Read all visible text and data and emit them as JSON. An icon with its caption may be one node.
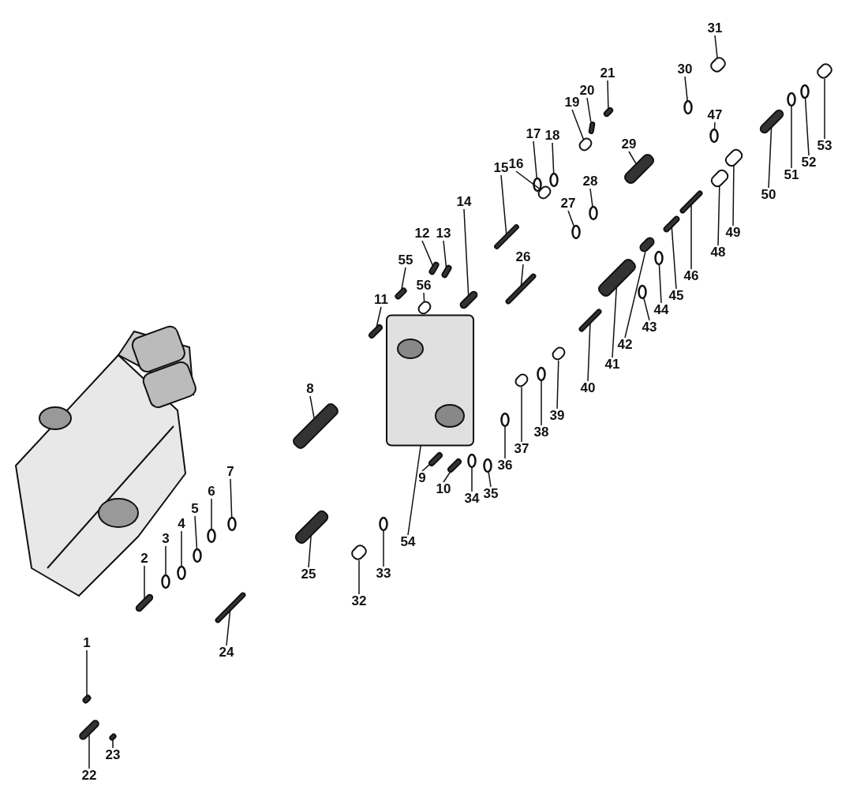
{
  "diagram": {
    "nodes": [
      {
        "text": [
          "1"
        ]
      },
      {
        "text": [
          "2"
        ]
      },
      {
        "text": [
          "3"
        ]
      },
      {
        "text": [
          "4"
        ]
      },
      {
        "text": [
          "5"
        ]
      },
      {
        "text": [
          "6"
        ]
      },
      {
        "text": [
          "7"
        ]
      },
      {
        "text": [
          "8"
        ]
      },
      {
        "text": [
          "9"
        ]
      },
      {
        "text": [
          "10"
        ]
      },
      {
        "text": [
          "11"
        ]
      },
      {
        "text": [
          "12"
        ]
      },
      {
        "text": [
          "13"
        ]
      },
      {
        "text": [
          "14"
        ]
      },
      {
        "text": [
          "15"
        ]
      },
      {
        "text": [
          "16"
        ]
      },
      {
        "text": [
          "17"
        ]
      },
      {
        "text": [
          "18"
        ]
      },
      {
        "text": [
          "19"
        ]
      },
      {
        "text": [
          "20"
        ]
      },
      {
        "text": [
          "21"
        ]
      },
      {
        "text": [
          "22"
        ]
      },
      {
        "text": [
          "23"
        ]
      },
      {
        "text": [
          "24"
        ]
      },
      {
        "text": [
          "25"
        ]
      },
      {
        "text": [
          "26"
        ]
      },
      {
        "text": [
          "27"
        ]
      },
      {
        "text": [
          "28"
        ]
      },
      {
        "text": [
          "29"
        ]
      },
      {
        "text": [
          "30"
        ]
      },
      {
        "text": [
          "31"
        ]
      },
      {
        "text": [
          "32"
        ]
      },
      {
        "text": [
          "33"
        ]
      },
      {
        "text": [
          "34"
        ]
      },
      {
        "text": [
          "35"
        ]
      },
      {
        "text": [
          "36"
        ]
      },
      {
        "text": [
          "37"
        ]
      },
      {
        "text": [
          "38"
        ]
      },
      {
        "text": [
          "39"
        ]
      },
      {
        "text": [
          "40"
        ]
      },
      {
        "text": [
          "41"
        ]
      },
      {
        "text": [
          "42"
        ]
      },
      {
        "text": [
          "43"
        ]
      },
      {
        "text": [
          "44"
        ]
      },
      {
        "text": [
          "45"
        ]
      },
      {
        "text": [
          "46"
        ]
      },
      {
        "text": [
          "47"
        ]
      },
      {
        "text": [
          "48"
        ]
      },
      {
        "text": [
          "49"
        ]
      },
      {
        "text": [
          "50"
        ]
      },
      {
        "text": [
          "51"
        ]
      },
      {
        "text": [
          "52"
        ]
      },
      {
        "text": [
          "53"
        ]
      },
      {
        "text": [
          "54"
        ]
      },
      {
        "text": [
          "55"
        ]
      },
      {
        "text": [
          "56"
        ]
      },
      {
        "text": [],
        "shape": "bar"
      },
      {
        "text": [],
        "shape": "bar"
      },
      {
        "text": [],
        "shape": "circle"
      },
      {
        "text": [],
        "shape": "circle"
      },
      {
        "text": [],
        "shape": "circle"
      },
      {
        "text": [],
        "shape": "circle"
      },
      {
        "text": [],
        "shape": "circle"
      },
      {
        "text": [],
        "shape": "bar"
      },
      {
        "text": [],
        "shape": "bar"
      },
      {
        "text": [],
        "shape": "bar"
      },
      {
        "text": [],
        "shape": "bar"
      },
      {
        "text": [],
        "shape": "bar"
      },
      {
        "text": [],
        "shape": "bar"
      },
      {
        "text": [],
        "shape": "bar"
      },
      {
        "text": [],
        "shape": "bar"
      },
      {
        "text": [],
        "shape": "box"
      },
      {
        "text": [],
        "shape": "circle"
      },
      {
        "text": [],
        "shape": "circle"
      },
      {
        "text": [],
        "shape": "box"
      },
      {
        "text": [],
        "shape": "bar"
      },
      {
        "text": [],
        "shape": "bar"
      },
      {
        "text": [],
        "shape": "bar"
      },
      {
        "text": [],
        "shape": "bar"
      },
      {
        "text": [],
        "shape": "bar"
      },
      {
        "text": [],
        "shape": "bar"
      },
      {
        "text": [],
        "shape": "bar"
      },
      {
        "text": [],
        "shape": "circle"
      },
      {
        "text": [],
        "shape": "circle"
      },
      {
        "text": [],
        "shape": "bar"
      },
      {
        "text": [],
        "shape": "circle"
      },
      {
        "text": [],
        "shape": "box"
      },
      {
        "text": [],
        "shape": "box"
      },
      {
        "text": [],
        "shape": "circle"
      },
      {
        "text": [],
        "shape": "circle"
      },
      {
        "text": [],
        "shape": "circle"
      },
      {
        "text": [],
        "shape": "circle"
      },
      {
        "text": [],
        "shape": "box"
      },
      {
        "text": [],
        "shape": "circle"
      },
      {
        "text": [],
        "shape": "box"
      },
      {
        "text": [],
        "shape": "bar"
      },
      {
        "text": [],
        "shape": "bar"
      },
      {
        "text": [],
        "shape": "bar"
      },
      {
        "text": [],
        "shape": "circle"
      },
      {
        "text": [],
        "shape": "circle"
      },
      {
        "text": [],
        "shape": "bar"
      },
      {
        "text": [],
        "shape": "bar"
      },
      {
        "text": [],
        "shape": "circle"
      },
      {
        "text": [],
        "shape": "box"
      },
      {
        "text": [],
        "shape": "box"
      },
      {
        "text": [],
        "shape": "bar"
      },
      {
        "text": [],
        "shape": "circle"
      },
      {
        "text": [],
        "shape": "circle"
      },
      {
        "text": [],
        "shape": "box"
      },
      {
        "text": [],
        "shape": "box"
      },
      {
        "text": [],
        "shape": "bar"
      },
      {
        "text": [],
        "shape": "box"
      }
    ],
    "edges": [
      {
        "from": 0,
        "to": 56,
        "arrow": "none"
      },
      {
        "from": 1,
        "to": 57,
        "arrow": "none"
      },
      {
        "from": 2,
        "to": 58,
        "arrow": "none"
      },
      {
        "from": 3,
        "to": 59,
        "arrow": "none"
      },
      {
        "from": 4,
        "to": 60,
        "arrow": "none"
      },
      {
        "from": 5,
        "to": 61,
        "arrow": "none"
      },
      {
        "from": 6,
        "to": 62,
        "arrow": "none"
      },
      {
        "from": 7,
        "to": 63,
        "arrow": "none"
      },
      {
        "from": 8,
        "to": 64,
        "arrow": "none"
      },
      {
        "from": 9,
        "to": 65,
        "arrow": "none"
      },
      {
        "from": 10,
        "to": 66,
        "arrow": "none"
      },
      {
        "from": 11,
        "to": 67,
        "arrow": "none"
      },
      {
        "from": 12,
        "to": 68,
        "arrow": "none"
      },
      {
        "from": 13,
        "to": 69,
        "arrow": "none"
      },
      {
        "from": 14,
        "to": 70,
        "arrow": "none"
      },
      {
        "from": 15,
        "to": 71,
        "arrow": "none"
      },
      {
        "from": 16,
        "to": 72,
        "arrow": "none"
      },
      {
        "from": 17,
        "to": 73,
        "arrow": "none"
      },
      {
        "from": 18,
        "to": 74,
        "arrow": "none"
      },
      {
        "from": 19,
        "to": 75,
        "arrow": "none"
      },
      {
        "from": 20,
        "to": 76,
        "arrow": "none"
      },
      {
        "from": 21,
        "to": 77,
        "arrow": "none"
      },
      {
        "from": 22,
        "to": 78,
        "arrow": "none"
      },
      {
        "from": 23,
        "to": 79,
        "arrow": "none"
      },
      {
        "from": 24,
        "to": 80,
        "arrow": "none"
      },
      {
        "from": 25,
        "to": 81,
        "arrow": "none"
      },
      {
        "from": 26,
        "to": 82,
        "arrow": "none"
      },
      {
        "from": 27,
        "to": 83,
        "arrow": "none"
      },
      {
        "from": 28,
        "to": 84,
        "arrow": "none"
      },
      {
        "from": 29,
        "to": 85,
        "arrow": "none"
      },
      {
        "from": 30,
        "to": 86,
        "arrow": "none"
      },
      {
        "from": 31,
        "to": 87,
        "arrow": "none"
      },
      {
        "from": 32,
        "to": 88,
        "arrow": "none"
      },
      {
        "from": 33,
        "to": 89,
        "arrow": "none"
      },
      {
        "from": 34,
        "to": 90,
        "arrow": "none"
      },
      {
        "from": 35,
        "to": 91,
        "arrow": "none"
      },
      {
        "from": 36,
        "to": 92,
        "arrow": "none"
      },
      {
        "from": 37,
        "to": 93,
        "arrow": "none"
      },
      {
        "from": 38,
        "to": 94,
        "arrow": "none"
      },
      {
        "from": 39,
        "to": 95,
        "arrow": "none"
      },
      {
        "from": 40,
        "to": 96,
        "arrow": "none"
      },
      {
        "from": 41,
        "to": 97,
        "arrow": "none"
      },
      {
        "from": 42,
        "to": 98,
        "arrow": "none"
      },
      {
        "from": 43,
        "to": 99,
        "arrow": "none"
      },
      {
        "from": 44,
        "to": 100,
        "arrow": "none"
      },
      {
        "from": 45,
        "to": 101,
        "arrow": "none"
      },
      {
        "from": 46,
        "to": 102,
        "arrow": "none"
      },
      {
        "from": 47,
        "to": 103,
        "arrow": "none"
      },
      {
        "from": 48,
        "to": 104,
        "arrow": "none"
      },
      {
        "from": 49,
        "to": 105,
        "arrow": "none"
      },
      {
        "from": 50,
        "to": 106,
        "arrow": "none"
      },
      {
        "from": 51,
        "to": 107,
        "arrow": "none"
      },
      {
        "from": 52,
        "to": 108,
        "arrow": "none"
      },
      {
        "from": 53,
        "to": 109,
        "arrow": "none"
      },
      {
        "from": 54,
        "to": 110,
        "arrow": "none"
      },
      {
        "from": 55,
        "to": 111,
        "arrow": "none"
      }
    ]
  }
}
